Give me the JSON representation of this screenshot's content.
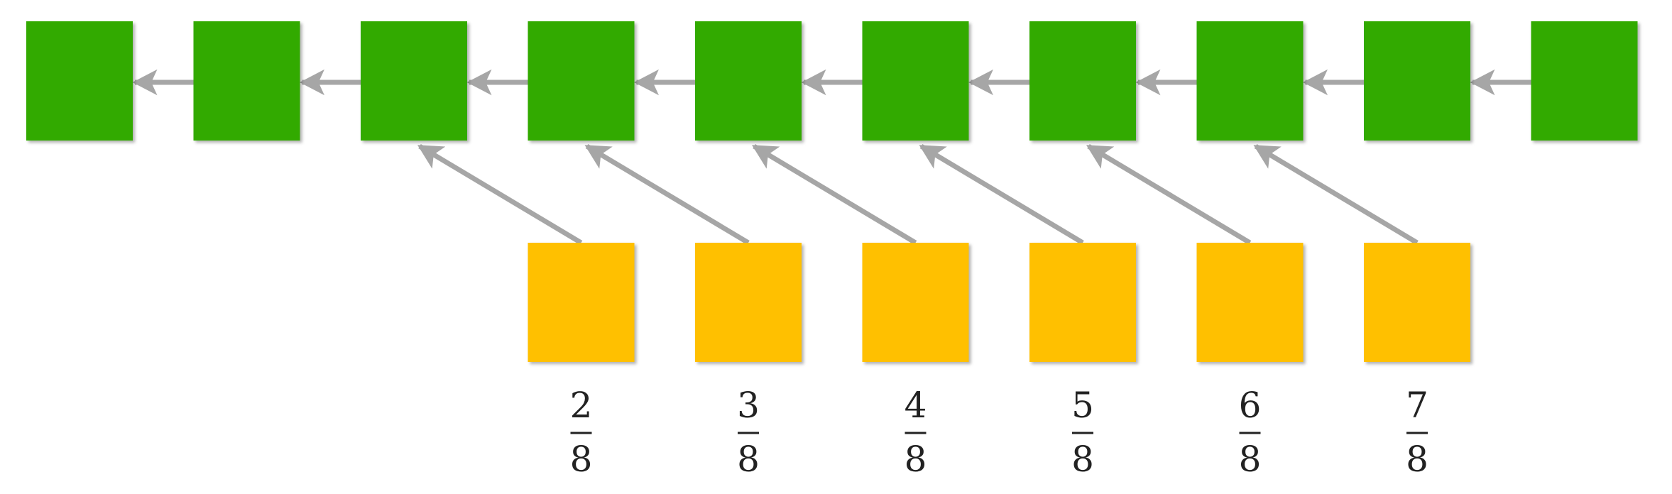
{
  "colors": {
    "main_box": "#32aa05",
    "aux_box": "#ffc000",
    "arrow": "#a6a6a6",
    "text": "#222222"
  },
  "main_row": {
    "count": 10
  },
  "aux_row": {
    "items": [
      {
        "numerator": "2",
        "denominator": "8"
      },
      {
        "numerator": "3",
        "denominator": "8"
      },
      {
        "numerator": "4",
        "denominator": "8"
      },
      {
        "numerator": "5",
        "denominator": "8"
      },
      {
        "numerator": "6",
        "denominator": "8"
      },
      {
        "numerator": "7",
        "denominator": "8"
      }
    ]
  }
}
